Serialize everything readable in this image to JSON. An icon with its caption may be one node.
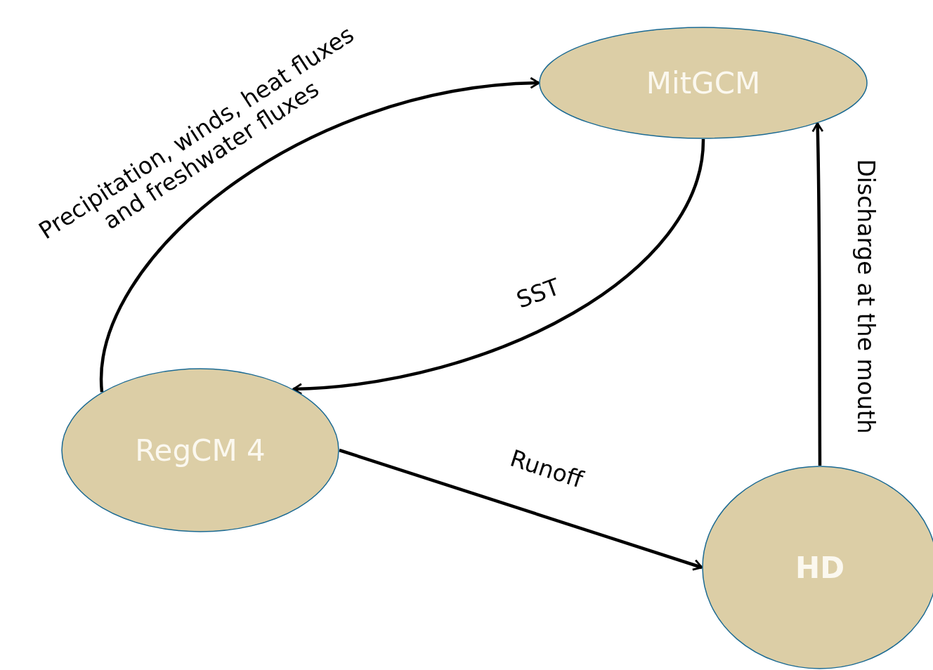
{
  "diagram": {
    "nodes": [
      {
        "text": [
          "MitGCM"
        ]
      },
      {
        "text": [
          "RegCM 4"
        ]
      },
      {
        "text": [
          "HD"
        ]
      }
    ],
    "edges": [
      {
        "from": 1,
        "to": 0,
        "arrow": "to",
        "label": "Precipitation, winds, heat fluxes and freshwater fluxes"
      },
      {
        "from": 0,
        "to": 1,
        "arrow": "to",
        "label": "SST"
      },
      {
        "from": 1,
        "to": 2,
        "arrow": "to",
        "label": "Runoff"
      },
      {
        "from": 2,
        "to": 0,
        "arrow": "to",
        "label": "Discharge at the mouth"
      }
    ]
  }
}
